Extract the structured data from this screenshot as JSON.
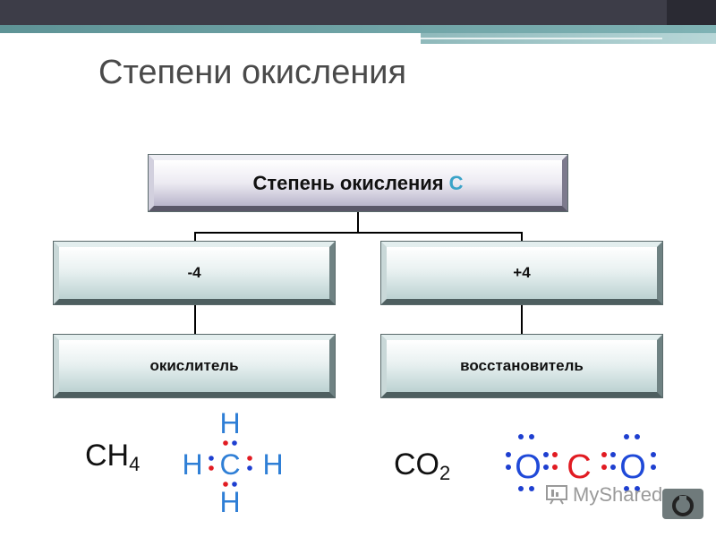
{
  "slide_title": "Степени окисления",
  "root": {
    "label": "Степень окисления",
    "element": "C"
  },
  "left": {
    "state": "-4",
    "role": "окислитель"
  },
  "right": {
    "state": "+4",
    "role": "восстановитель"
  },
  "ch4": {
    "formula_main": "CH",
    "formula_sub": "4",
    "atoms": {
      "center": "C",
      "top": "H",
      "bottom": "H",
      "left": "H",
      "right": "H"
    }
  },
  "co2": {
    "formula_main": "CO",
    "formula_sub": "2",
    "atoms": {
      "left": "O",
      "center": "C",
      "right": "O"
    }
  },
  "watermark": "MyShared",
  "colors": {
    "atom_h_c": "#2f7fd6",
    "dot_red": "#e11b22",
    "dot_blue": "#1e3fd0",
    "co2_o": "#1f49d8",
    "co2_c": "#e11b22"
  }
}
